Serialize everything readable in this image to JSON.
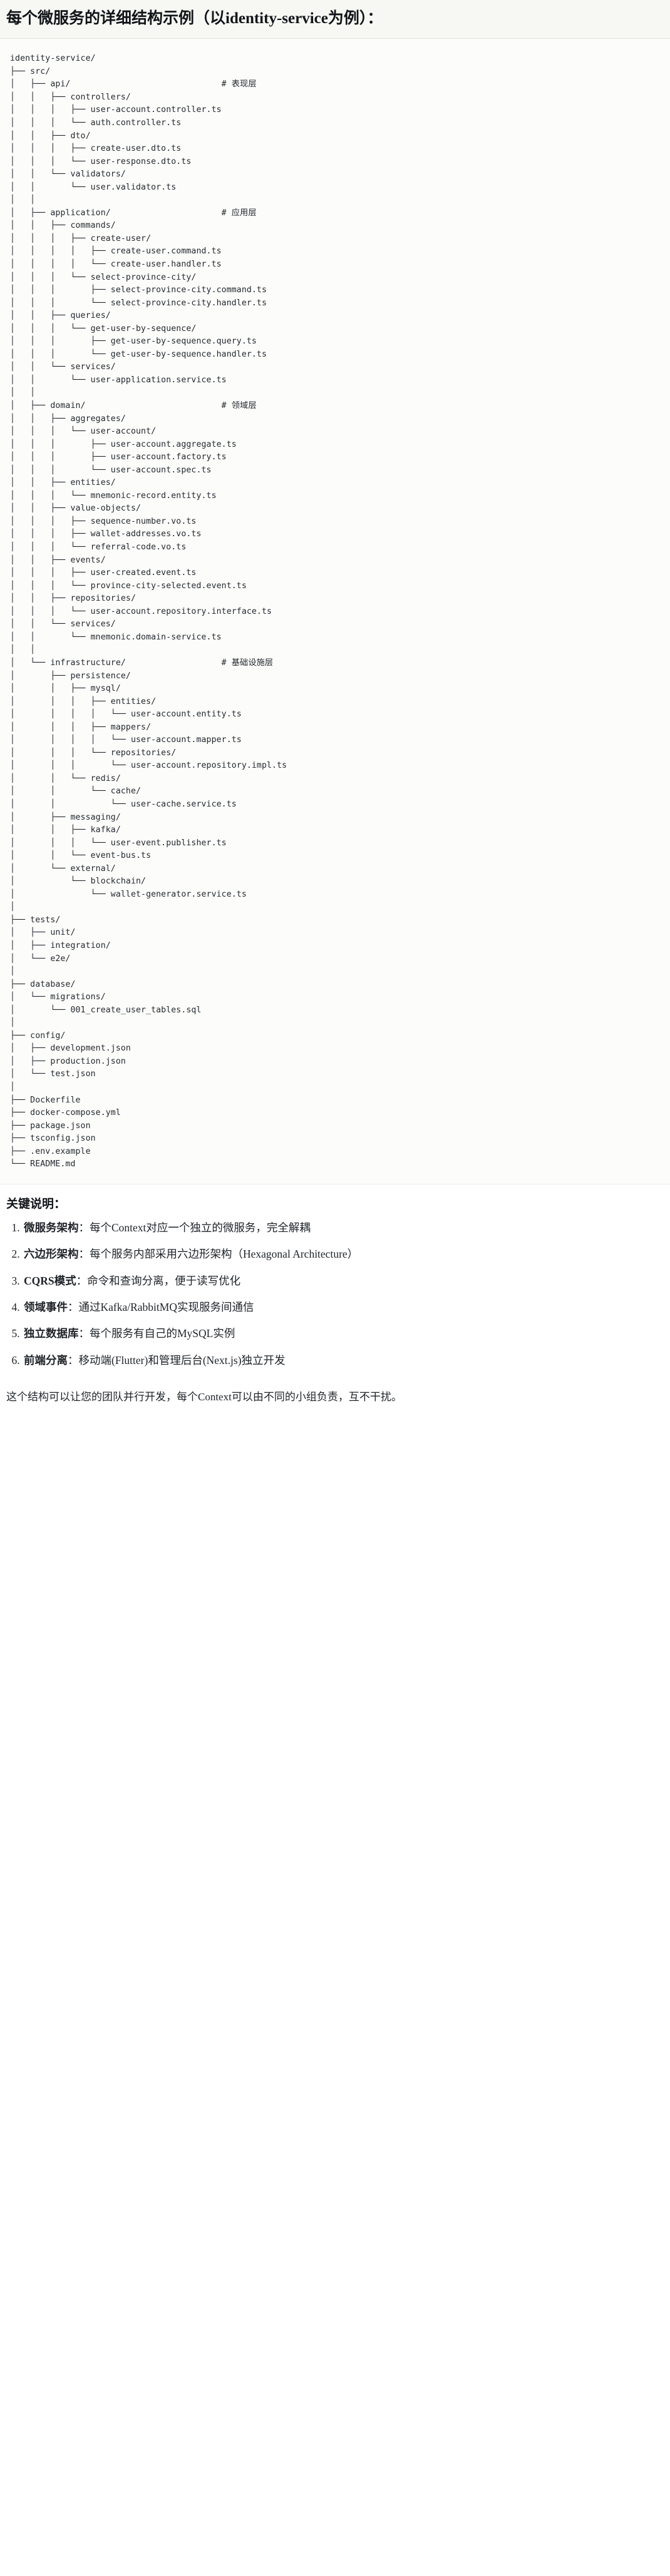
{
  "document": {
    "title": "每个微服务的详细结构示例（以identity-service为例）："
  },
  "tree": {
    "root": "identity-service/",
    "comments": {
      "api": "# 表现层",
      "application": "# 应用层",
      "domain": "# 领域层",
      "infrastructure": "# 基础设施层"
    },
    "text": "identity-service/\n├── src/\n│   ├── api/                              # 表现层\n│   │   ├── controllers/\n│   │   │   ├── user-account.controller.ts\n│   │   │   └── auth.controller.ts\n│   │   ├── dto/\n│   │   │   ├── create-user.dto.ts\n│   │   │   └── user-response.dto.ts\n│   │   └── validators/\n│   │       └── user.validator.ts\n│   │\n│   ├── application/                      # 应用层\n│   │   ├── commands/\n│   │   │   ├── create-user/\n│   │   │   │   ├── create-user.command.ts\n│   │   │   │   └── create-user.handler.ts\n│   │   │   └── select-province-city/\n│   │   │       ├── select-province-city.command.ts\n│   │   │       └── select-province-city.handler.ts\n│   │   ├── queries/\n│   │   │   └── get-user-by-sequence/\n│   │   │       ├── get-user-by-sequence.query.ts\n│   │   │       └── get-user-by-sequence.handler.ts\n│   │   └── services/\n│   │       └── user-application.service.ts\n│   │\n│   ├── domain/                           # 领域层\n│   │   ├── aggregates/\n│   │   │   └── user-account/\n│   │   │       ├── user-account.aggregate.ts\n│   │   │       ├── user-account.factory.ts\n│   │   │       └── user-account.spec.ts\n│   │   ├── entities/\n│   │   │   └── mnemonic-record.entity.ts\n│   │   ├── value-objects/\n│   │   │   ├── sequence-number.vo.ts\n│   │   │   ├── wallet-addresses.vo.ts\n│   │   │   └── referral-code.vo.ts\n│   │   ├── events/\n│   │   │   ├── user-created.event.ts\n│   │   │   └── province-city-selected.event.ts\n│   │   ├── repositories/\n│   │   │   └── user-account.repository.interface.ts\n│   │   └── services/\n│   │       └── mnemonic.domain-service.ts\n│   │\n│   └── infrastructure/                   # 基础设施层\n│       ├── persistence/\n│       │   ├── mysql/\n│       │   │   ├── entities/\n│       │   │   │   └── user-account.entity.ts\n│       │   │   ├── mappers/\n│       │   │   │   └── user-account.mapper.ts\n│       │   │   └── repositories/\n│       │   │       └── user-account.repository.impl.ts\n│       │   └── redis/\n│       │       └── cache/\n│       │           └── user-cache.service.ts\n│       ├── messaging/\n│       │   ├── kafka/\n│       │   │   └── user-event.publisher.ts\n│       │   └── event-bus.ts\n│       └── external/\n│           └── blockchain/\n│               └── wallet-generator.service.ts\n│\n├── tests/\n│   ├── unit/\n│   ├── integration/\n│   └── e2e/\n│\n├── database/\n│   └── migrations/\n│       └── 001_create_user_tables.sql\n│\n├── config/\n│   ├── development.json\n│   ├── production.json\n│   └── test.json\n│\n├── Dockerfile\n├── docker-compose.yml\n├── package.json\n├── tsconfig.json\n├── .env.example\n└── README.md"
  },
  "keypoints": {
    "heading": "关键说明：",
    "items": [
      {
        "term": "微服务架构",
        "sep": "：",
        "desc": "每个Context对应一个独立的微服务，完全解耦"
      },
      {
        "term": "六边形架构",
        "sep": "：",
        "desc": "每个服务内部采用六边形架构（Hexagonal Architecture）"
      },
      {
        "term": "CQRS模式",
        "sep": "：",
        "desc": "命令和查询分离，便于读写优化"
      },
      {
        "term": "领域事件",
        "sep": "：",
        "desc": "通过Kafka/RabbitMQ实现服务间通信"
      },
      {
        "term": "独立数据库",
        "sep": "：",
        "desc": "每个服务有自己的MySQL实例"
      },
      {
        "term": "前端分离",
        "sep": "：",
        "desc": "移动端(Flutter)和管理后台(Next.js)独立开发"
      }
    ]
  },
  "closing": {
    "text": "这个结构可以让您的团队并行开发，每个Context可以由不同的小组负责，互不干扰。"
  }
}
